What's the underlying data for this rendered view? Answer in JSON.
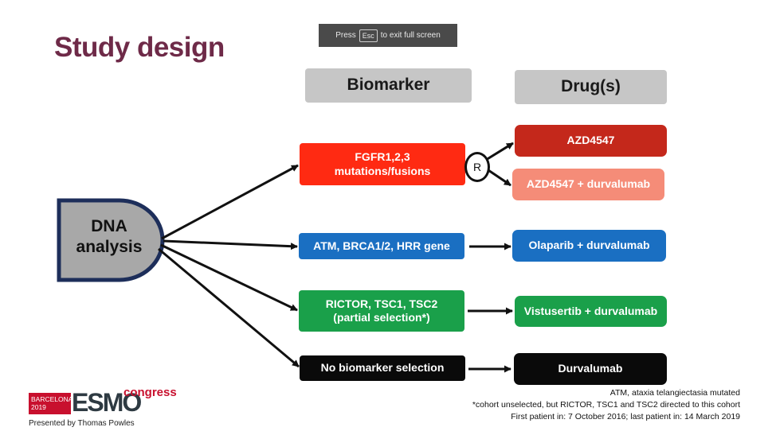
{
  "title": "Study design",
  "fullscreen_bar": {
    "press": "Press",
    "key": "Esc",
    "suffix": "to exit full screen"
  },
  "headers": {
    "biomarker": "Biomarker",
    "drugs": "Drug(s)"
  },
  "dna": {
    "line1": "DNA",
    "line2": "analysis"
  },
  "biomarkers": [
    {
      "line1": "FGFR1,2,3",
      "line2": "mutations/fusions",
      "color": "#ff2a12"
    },
    {
      "line1": "ATM, BRCA1/2, HRR gene",
      "line2": "",
      "color": "#1a6fc2"
    },
    {
      "line1": "RICTOR, TSC1, TSC2",
      "line2": "(partial selection*)",
      "color": "#1aa04a"
    },
    {
      "line1": "No biomarker selection",
      "line2": "",
      "color": "#0a0a0a"
    }
  ],
  "randomization_label": "R",
  "drugs": [
    {
      "label": "AZD4547",
      "color": "#c4281b"
    },
    {
      "label": "AZD4547 + durvalumab",
      "color": "#f58c78"
    },
    {
      "label": "Olaparib + durvalumab",
      "color": "#1a6fc2"
    },
    {
      "label": "Vistusertib + durvalumab",
      "color": "#1aa04a"
    },
    {
      "label": "Durvalumab",
      "color": "#0a0a0a"
    }
  ],
  "footnotes": [
    "ATM, ataxia telangiectasia mutated",
    "*cohort unselected, but RICTOR, TSC1 and TSC2 directed to this cohort",
    "First patient in: 7 October 2016; last patient in: 14 March 2019"
  ],
  "logo": {
    "city": "BARCELONA",
    "year": "2019",
    "brand": "ESMO",
    "congress": "congress",
    "presented_by": "Presented by Thomas Powles"
  }
}
